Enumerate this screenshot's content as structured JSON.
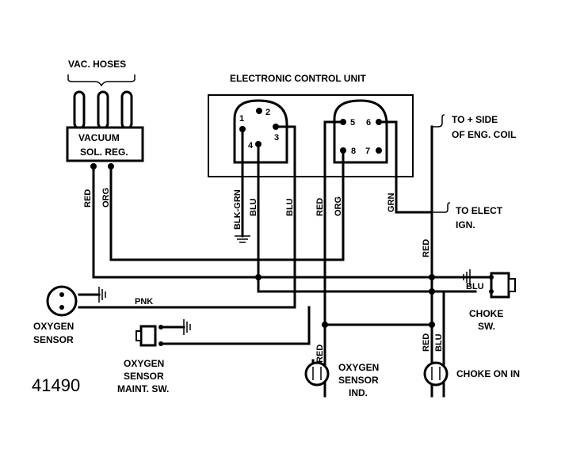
{
  "labels": {
    "vac_hoses": "VAC. HOSES",
    "ecu": "ELECTRONIC CONTROL UNIT",
    "vacuum_l1": "VACUUM",
    "vacuum_l2": "SOL. REG.",
    "coil_l1": "TO + SIDE",
    "coil_l2": "OF ENG. COIL",
    "ign_l1": "TO ELECT",
    "ign_l2": "IGN.",
    "o2_l1": "OXYGEN",
    "o2_l2": "SENSOR",
    "maint_l1": "OXYGEN",
    "maint_l2": "SENSOR",
    "maint_l3": "MAINT. SW.",
    "ind_l1": "OXYGEN",
    "ind_l2": "SENSOR",
    "ind_l3": "IND.",
    "choke_l1": "CHOKE",
    "choke_l2": "SW.",
    "choke_on": "CHOKE ON IN",
    "figure_number": "41490"
  },
  "pins": [
    "1",
    "2",
    "3",
    "4",
    "5",
    "6",
    "7",
    "8"
  ],
  "wires": {
    "red_vac": "RED",
    "org_vac": "ORG",
    "blk_grn": "BLK-GRN",
    "blu_1": "BLU",
    "blu_3": "BLU",
    "red_5": "RED",
    "org_8": "ORG",
    "grn_6": "GRN",
    "red_vert": "RED",
    "pnk": "PNK",
    "blu_choke": "BLU",
    "red_ind": "RED",
    "red_choke": "RED",
    "blu_choke_ind": "BLU"
  }
}
